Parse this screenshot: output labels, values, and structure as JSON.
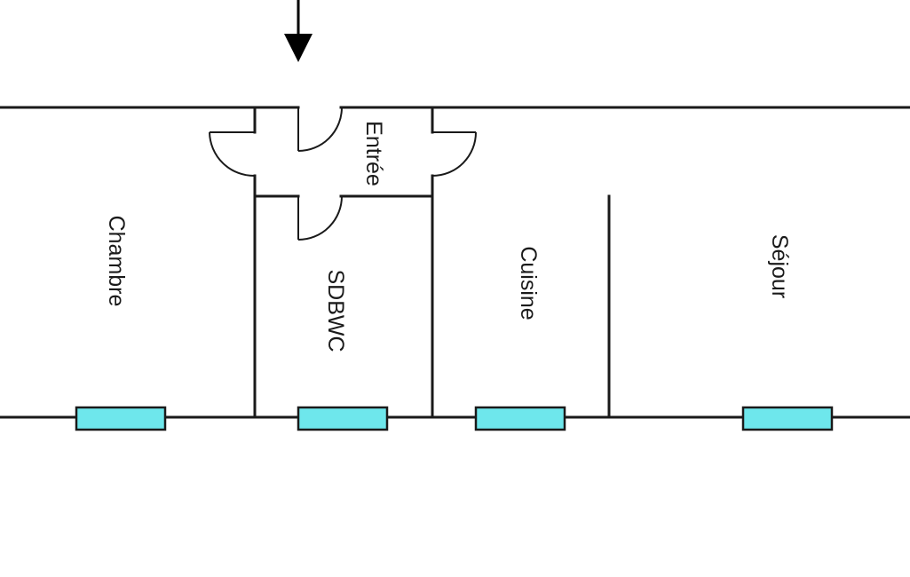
{
  "rooms": {
    "chambre": "Chambre",
    "entree": "Entrée",
    "sdbwc": "SDBWC",
    "cuisine": "Cuisine",
    "sejour": "Séjour"
  },
  "colors": {
    "wall": "#1a1a1a",
    "window": "#6ee7ec",
    "arrow": "#000000",
    "background": "#ffffff"
  },
  "icons": {
    "entry_arrow": "down-arrow-icon",
    "door": "door-swing-icon",
    "window": "window-icon"
  }
}
